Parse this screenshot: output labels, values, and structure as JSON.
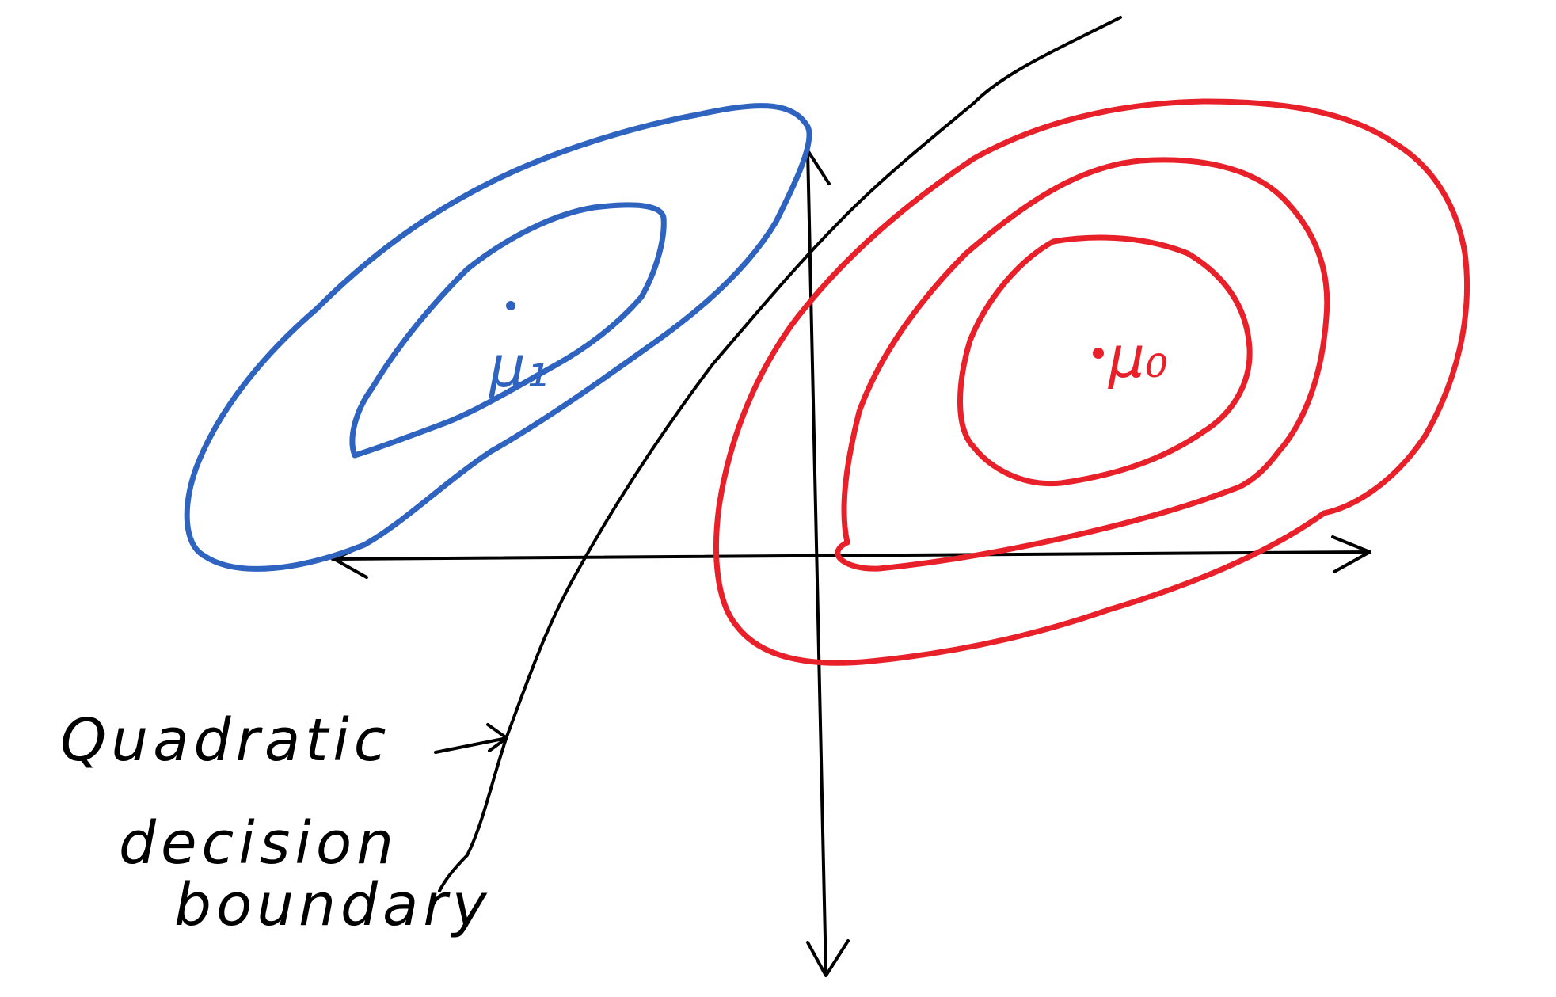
{
  "colors": {
    "class_one": "#2f63c0",
    "class_zero": "#e8202a",
    "ink": "#000000",
    "background": "#ffffff"
  },
  "class_one": {
    "mean_label": "μ₁"
  },
  "class_zero": {
    "mean_label": "μ₀"
  },
  "annotation": {
    "line_1": "Quadratic",
    "line_2": "decision",
    "line_3": "boundary"
  }
}
